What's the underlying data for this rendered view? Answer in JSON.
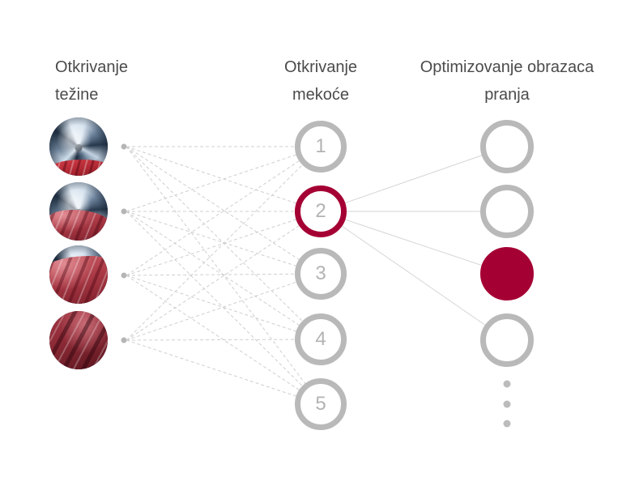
{
  "diagram": {
    "weight_column": {
      "header_line1": "Otkrivanje",
      "header_line2": "težine"
    },
    "softness_column": {
      "header_line1": "Otkrivanje",
      "header_line2": "mekoće",
      "node_labels": [
        "1",
        "2",
        "3",
        "4",
        "5"
      ],
      "active_node_label": "2"
    },
    "pattern_column": {
      "header_line1": "Optimizovanje obrazaca",
      "header_line2": "pranja"
    }
  },
  "colors": {
    "accent_crimson": "#a50034",
    "ring_gray": "#b9b9b9",
    "connector_gray": "#cfcfcf",
    "heading_text": "#4b4b4b"
  }
}
